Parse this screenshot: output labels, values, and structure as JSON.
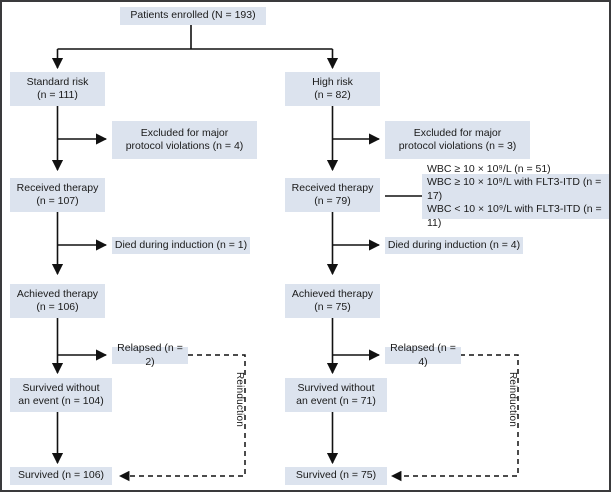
{
  "figure": {
    "type": "flowchart",
    "title_box": {
      "label": "Patients enrolled (N = 193)"
    },
    "arms": [
      {
        "name": "standard-risk",
        "risk_box": "Standard risk\n(n = 111)",
        "excluded_box": "Excluded for major\nprotocol violations (n = 4)",
        "received_box": "Received therapy\n(n = 107)",
        "died_box": "Died during induction (n = 1)",
        "achieved_box": "Achieved therapy\n(n = 106)",
        "relapsed_box": "Relapsed (n = 2)",
        "survived_without_event_box": "Survived without\nan event (n = 104)",
        "survived_box": "Survived (n = 106)",
        "reinduction_label": "Reinduction"
      },
      {
        "name": "high-risk",
        "risk_box": "High risk\n(n = 82)",
        "excluded_box": "Excluded for major\nprotocol violations (n = 3)",
        "received_box": "Received therapy\n(n = 79)",
        "died_box": "Died during induction (n = 4)",
        "achieved_box": "Achieved therapy\n(n = 75)",
        "relapsed_box": "Relapsed (n = 4)",
        "survived_without_event_box": "Survived without\nan event (n = 71)",
        "survived_box": "Survived (n = 75)",
        "reinduction_label": "Reinduction"
      }
    ],
    "wbc_annotation": {
      "lines": [
        "WBC ≥ 10 × 10⁹/L (n = 51)",
        "WBC ≥ 10 × 10⁹/L with FLT3-ITD (n = 17)",
        "WBC < 10 × 10⁹/L with FLT3-ITD (n = 11)"
      ]
    },
    "colors": {
      "box_fill": "#dce3ee",
      "text": "#1a1a1a",
      "connector": "#111111",
      "frame": "#3a3a3c",
      "background": "#ffffff"
    }
  }
}
